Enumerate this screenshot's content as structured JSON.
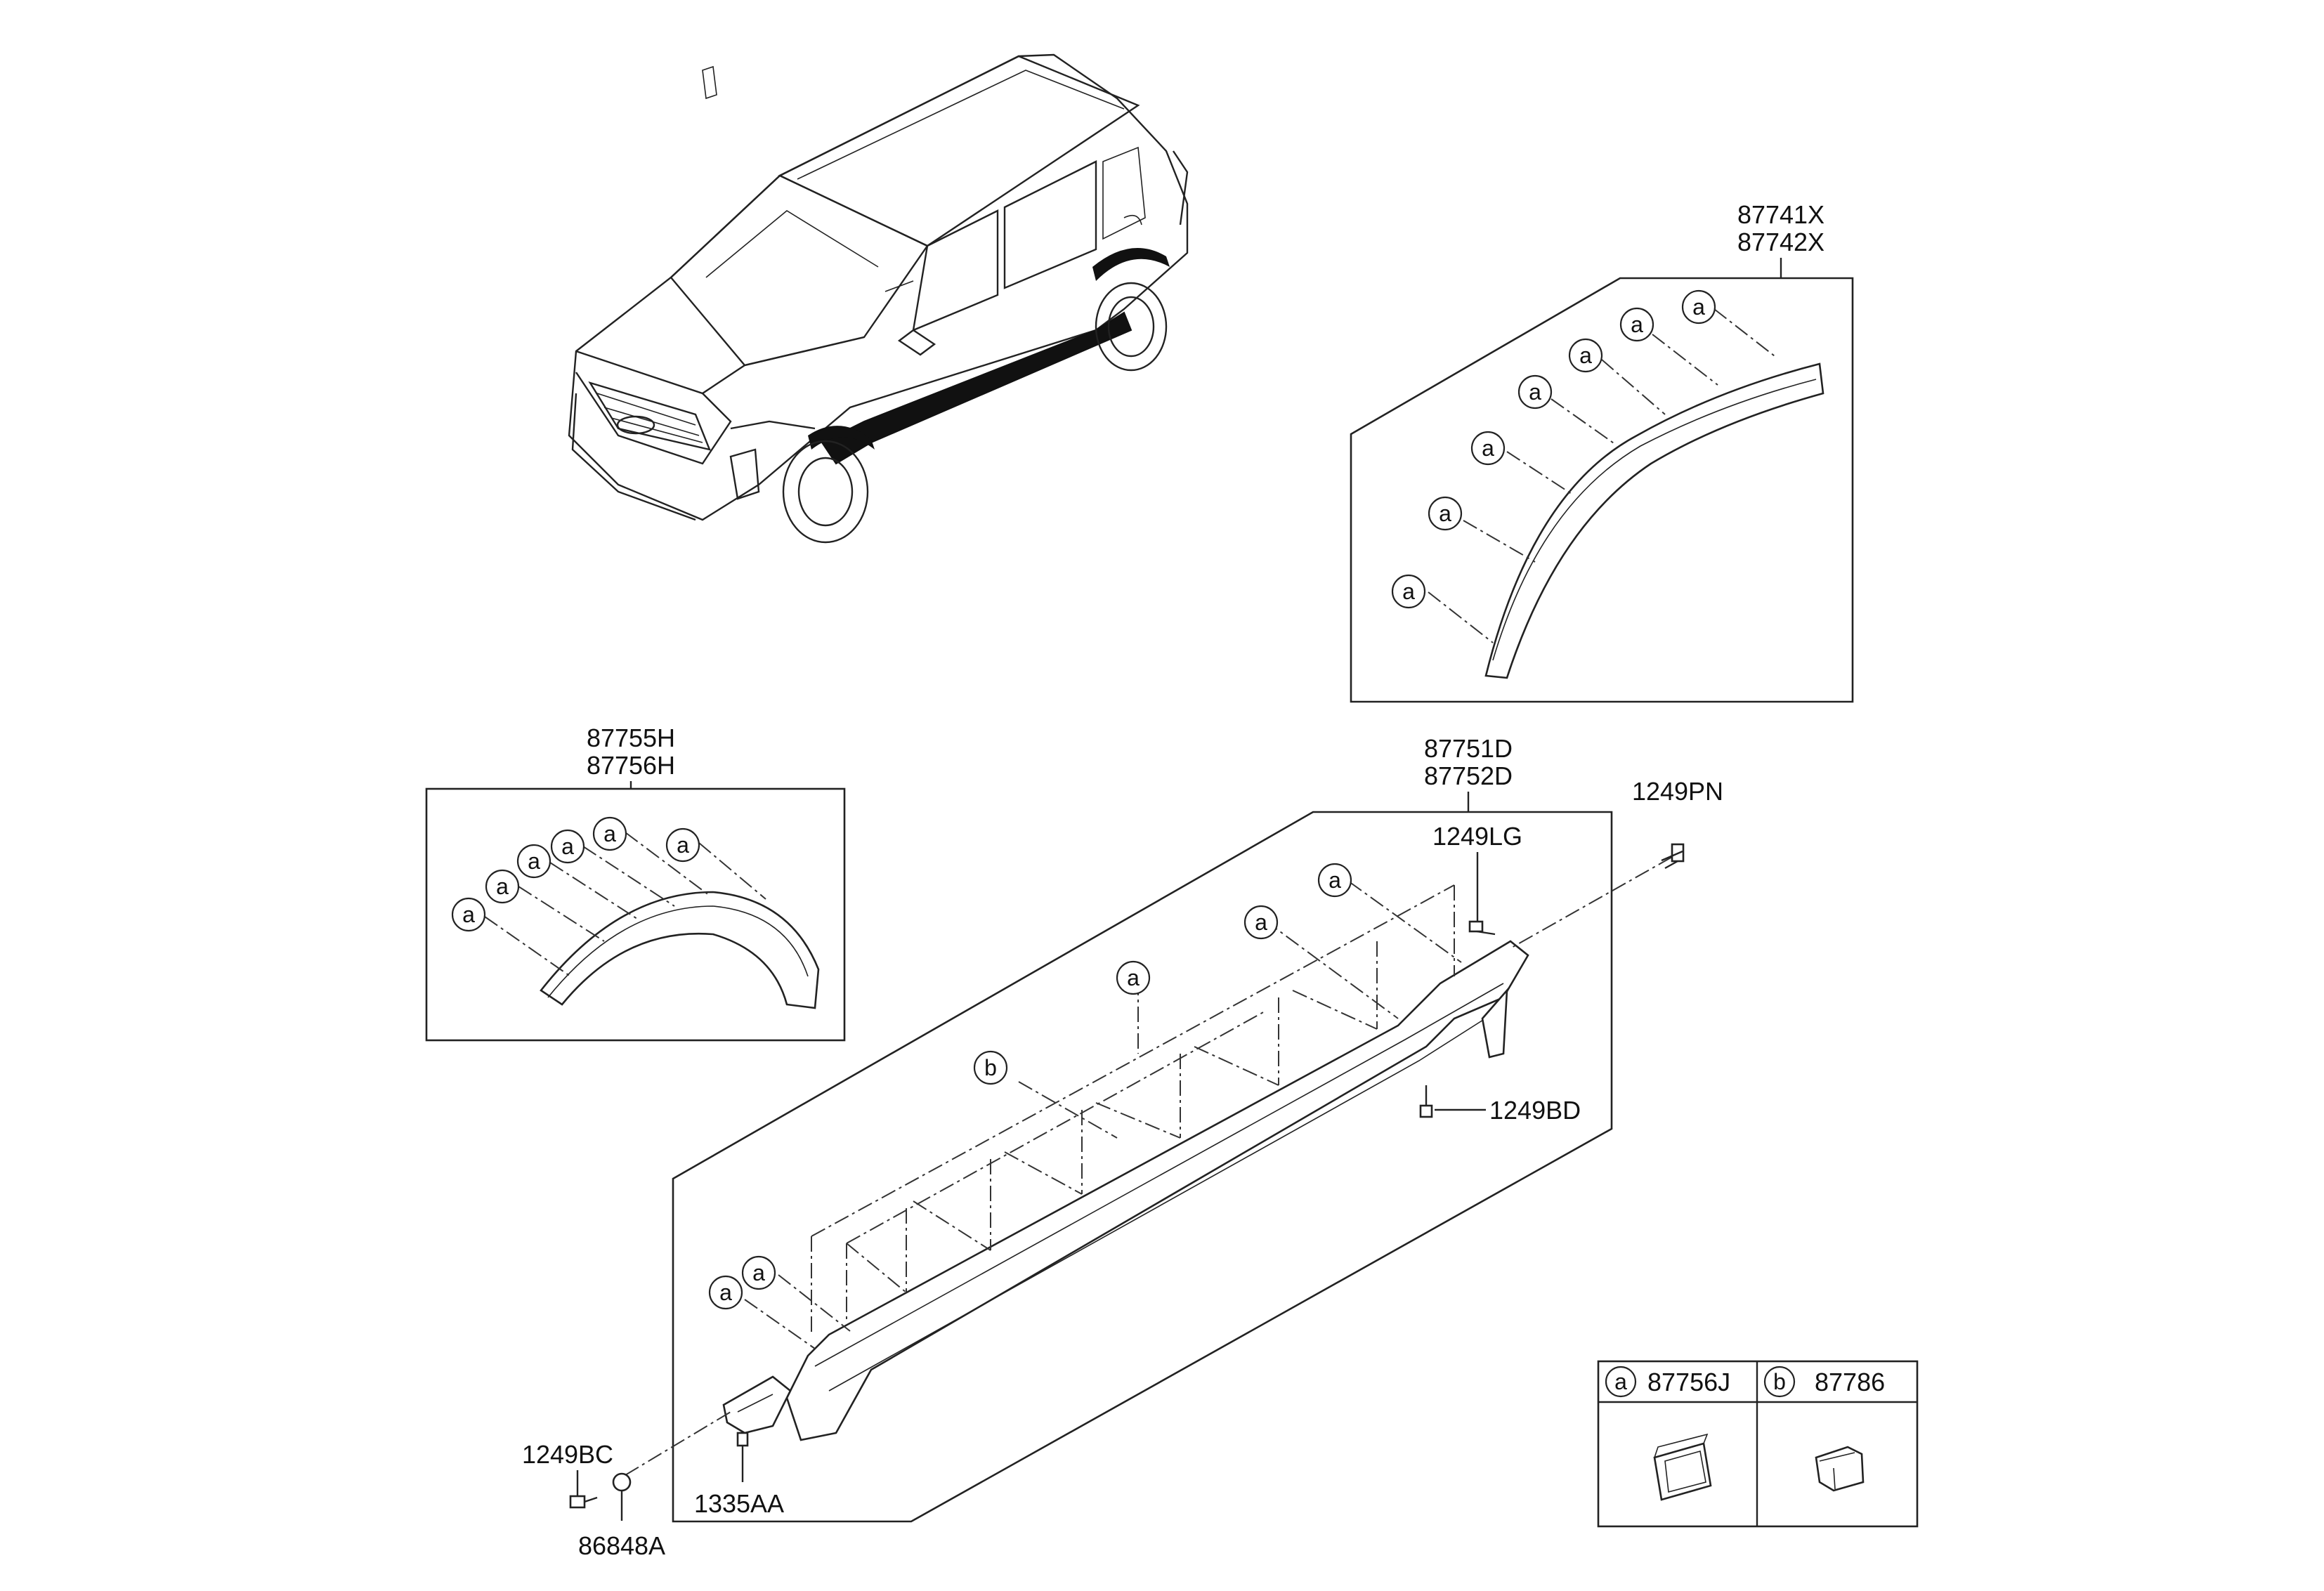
{
  "groups": {
    "flare_front": {
      "codes": [
        "87755H",
        "87756H"
      ]
    },
    "flare_rear": {
      "codes": [
        "87741X",
        "87742X"
      ]
    },
    "side_sill": {
      "codes": [
        "87751D",
        "87752D"
      ]
    }
  },
  "fasteners": {
    "f1249PN": "1249PN",
    "f1249LG": "1249LG",
    "f1249BD": "1249BD",
    "f1249BC": "1249BC",
    "f86848A": "86848A",
    "f1335AA": "1335AA"
  },
  "callouts": {
    "a": "a",
    "b": "b"
  },
  "legend": [
    {
      "symbol": "a",
      "part": "87756J"
    },
    {
      "symbol": "b",
      "part": "87786"
    }
  ]
}
